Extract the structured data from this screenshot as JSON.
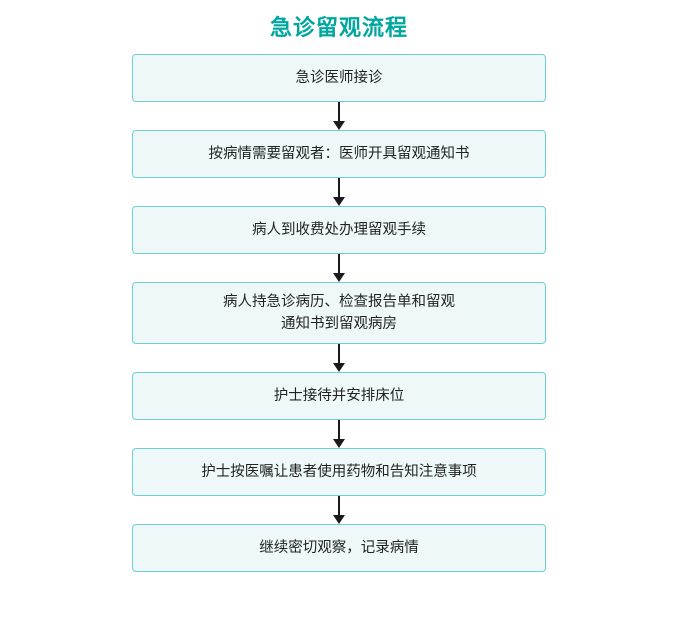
{
  "title": "急诊留观流程",
  "theme": {
    "title_color": "#00a7a0",
    "node_border": "#6fcfd0",
    "node_fill": "#eef8f8",
    "arrow_color": "#1a1a1a",
    "background": "#ffffff"
  },
  "flow": {
    "nodes": [
      {
        "id": "n1",
        "text": "急诊医师接诊",
        "lines": 1
      },
      {
        "id": "n2",
        "text": "按病情需要留观者：医师开具留观通知书",
        "lines": 1
      },
      {
        "id": "n3",
        "text": "病人到收费处办理留观手续",
        "lines": 1
      },
      {
        "id": "n4",
        "line1": "病人持急诊病历、检查报告单和留观",
        "line2": "通知书到留观病房",
        "lines": 2
      },
      {
        "id": "n5",
        "text": "护士接待并安排床位",
        "lines": 1
      },
      {
        "id": "n6",
        "text": "护士按医嘱让患者使用药物和告知注意事项",
        "lines": 1
      },
      {
        "id": "n7",
        "text": "继续密切观察，记录病情",
        "lines": 1
      }
    ]
  }
}
